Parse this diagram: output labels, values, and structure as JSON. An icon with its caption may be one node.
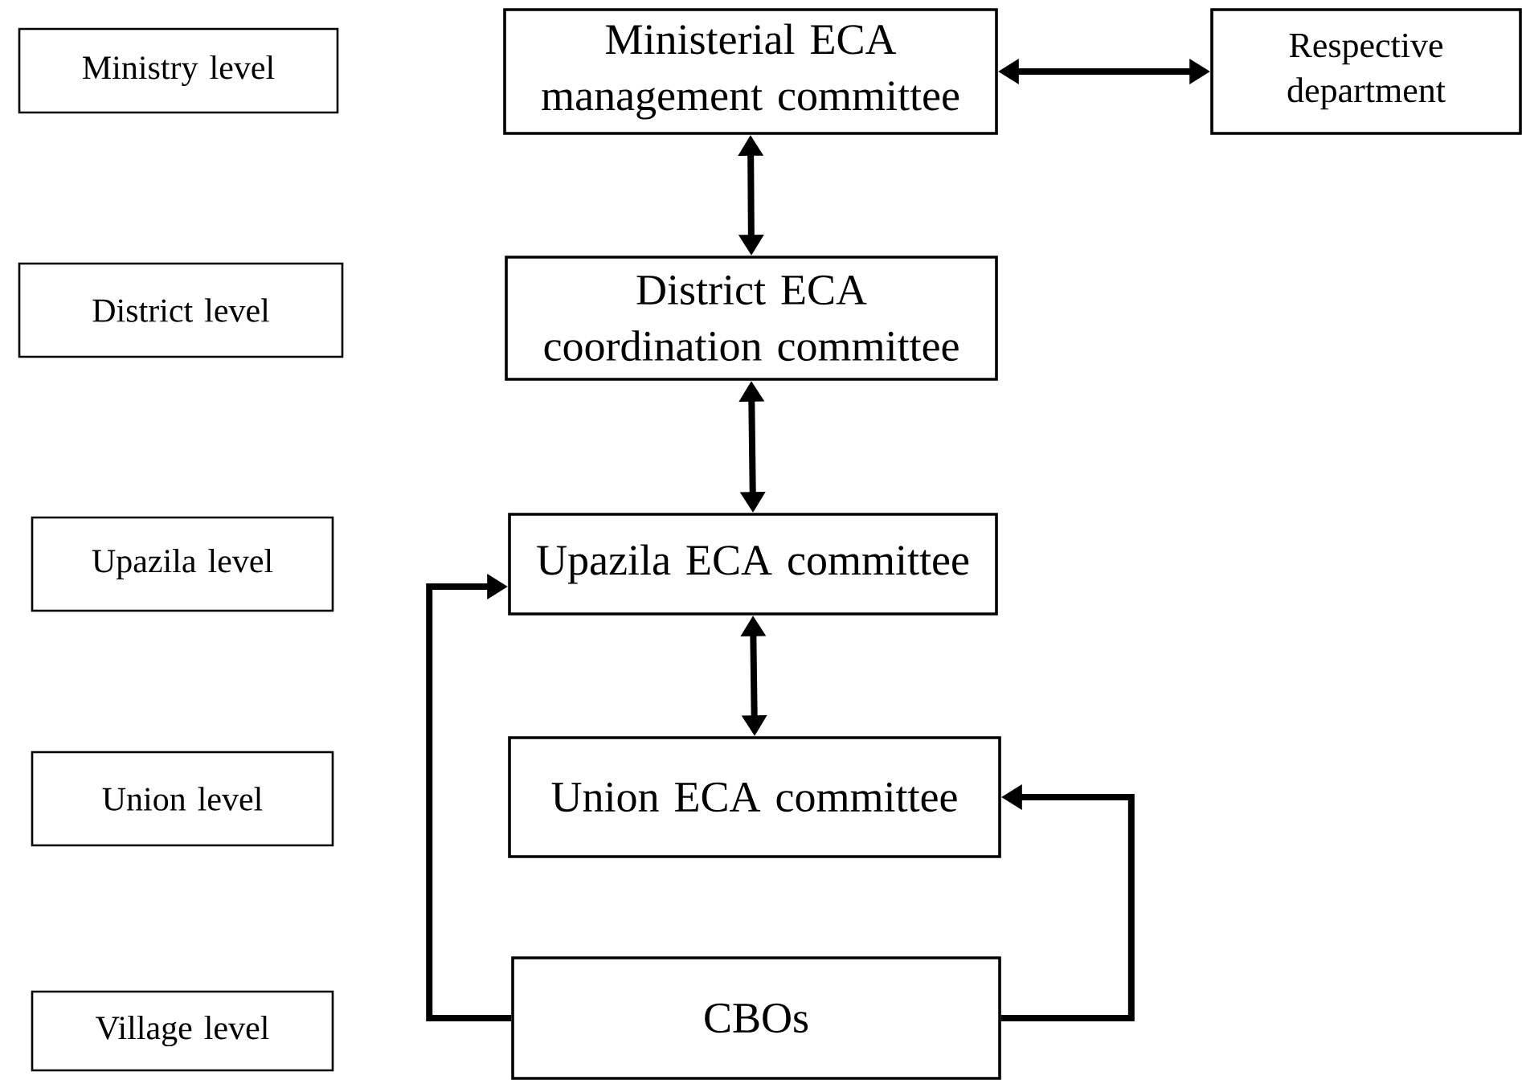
{
  "diagram": {
    "nodes": [
      {
        "text": [
          "Ministry level"
        ]
      },
      {
        "text": [
          "Ministerial ECA management committee"
        ]
      },
      {
        "text": [
          "Respective department"
        ]
      },
      {
        "text": [
          "District level"
        ]
      },
      {
        "text": [
          "District ECA coordination committee"
        ]
      },
      {
        "text": [
          "Upazila level"
        ]
      },
      {
        "text": [
          "Upazila ECA committee"
        ]
      },
      {
        "text": [
          "Union level"
        ]
      },
      {
        "text": [
          "Union ECA committee"
        ]
      },
      {
        "text": [
          "Village level"
        ]
      },
      {
        "text": [
          "CBOs"
        ]
      }
    ],
    "edges": [
      {
        "from": 1,
        "to": 2,
        "arrow": "both"
      },
      {
        "from": 1,
        "to": 4,
        "arrow": "both"
      },
      {
        "from": 4,
        "to": 6,
        "arrow": "both"
      },
      {
        "from": 6,
        "to": 8,
        "arrow": "both"
      },
      {
        "from": 10,
        "to": 6,
        "arrow": "to"
      },
      {
        "from": 10,
        "to": 8,
        "arrow": "to"
      }
    ]
  }
}
